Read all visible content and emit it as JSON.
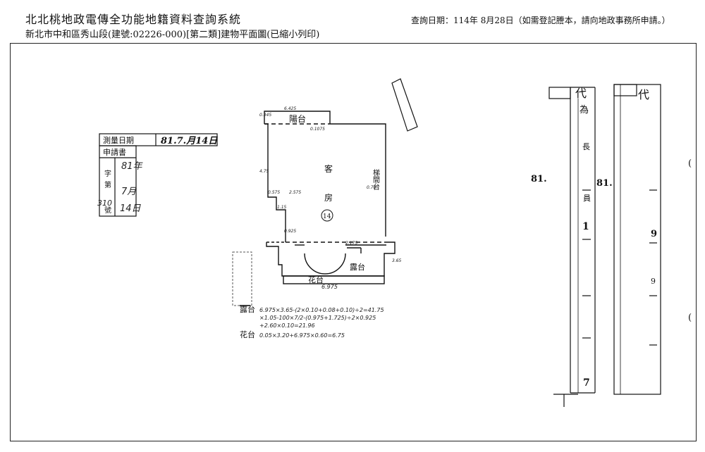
{
  "header": {
    "title": "北北桃地政電傳全功能地籍資料查詢系統",
    "subtitle": "新北市中和區秀山段(建號:02226-000)[第二類]建物平面圖(已縮小列印)",
    "query_date": "查詢日期：114年 8月28日（如需登記謄本，請向地政事務所申請。）"
  },
  "stamp": {
    "survey_label": "測量日期",
    "survey_value": "81.7.月14日",
    "apply_label": "申請書",
    "field_zi": "字",
    "field_di": "第",
    "field_hao": "號",
    "val_year": "81年",
    "val_month": "7月",
    "val_day": "14日",
    "val_num": "310"
  },
  "plan": {
    "balcony": "陽台",
    "room_1": "客",
    "room_2": "房",
    "circle_no": "14",
    "terrace": "露台",
    "flower": "花台",
    "stair": "梯間台",
    "bottom_dim": "6.975",
    "calc_1_label": "露台",
    "calc_1_text": "6.975×3.65-(2×0.10+0.08+0.10)÷2=41.75",
    "calc_1b": "×1.05-100×7/2-(0.975+1.725)÷2×0.925",
    "calc_1c": "+2.60×0.10=21.96",
    "calc_2_label": "花台",
    "calc_2_text": "0.05×3.20+6.975×0.60=6.75"
  },
  "right": {
    "num_81a": "81.",
    "num_81b": "81.",
    "num_1": "1",
    "num_9a": "9",
    "num_9b": "9",
    "num_7": "7",
    "strip_a_head": "代",
    "strip_a_sub": "為",
    "strip_b_head": "代",
    "cell_chang": "長",
    "cell_yuan": "員"
  }
}
